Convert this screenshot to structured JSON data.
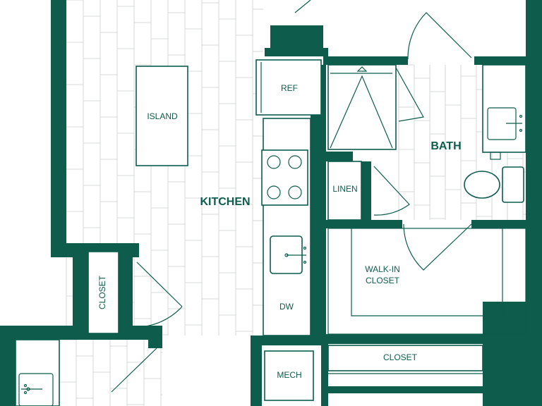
{
  "colors": {
    "wall": "#0d5c4c",
    "floor_line": "#c9cfcc",
    "background": "#ffffff"
  },
  "rooms": {
    "kitchen": "KITCHEN",
    "bath": "BATH"
  },
  "fixtures": {
    "island": "ISLAND",
    "ref": "REF",
    "linen": "LINEN",
    "closet_left": "CLOSET",
    "walkin_line1": "WALK-IN",
    "walkin_line2": "CLOSET",
    "dw": "DW",
    "mech": "MECH",
    "closet_bottom": "CLOSET"
  }
}
